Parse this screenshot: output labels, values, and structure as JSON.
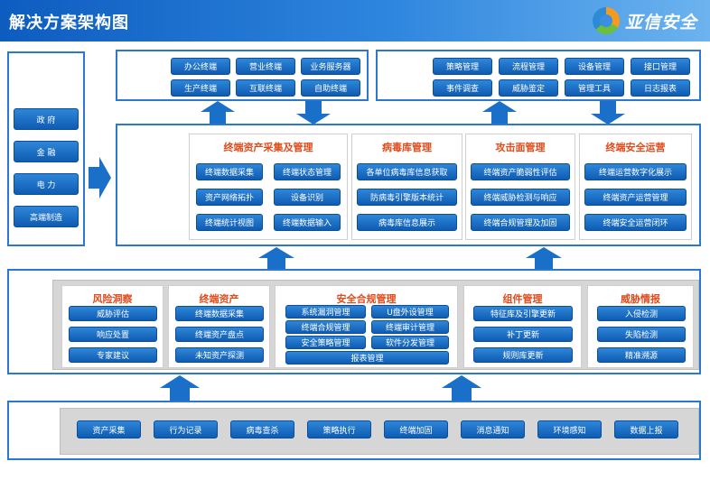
{
  "header": {
    "title": "解决方案架构图",
    "brand": "亚信安全"
  },
  "left_sectors": [
    "政 府",
    "金 融",
    "电 力",
    "高端制造"
  ],
  "top_left_items": [
    "办公终端",
    "营业终端",
    "业务服务器",
    "生产终端",
    "互联终端",
    "自助终端"
  ],
  "top_right_items": [
    "策略管理",
    "流程管理",
    "设备管理",
    "接口管理",
    "事件调查",
    "威胁鉴定",
    "管理工具",
    "日志报表"
  ],
  "middle": {
    "asset": {
      "title": "终端资产采集及管理",
      "items": [
        "终端数据采集",
        "终端状态管理",
        "资产网络拓扑",
        "设备识别",
        "终端统计视图",
        "终端数据输入"
      ]
    },
    "virus": {
      "title": "病毒库管理",
      "items": [
        "各单位病毒库信息获取",
        "防病毒引擎版本统计",
        "病毒库信息展示"
      ]
    },
    "attack": {
      "title": "攻击面管理",
      "items": [
        "终端资产脆弱性评估",
        "终端威胁检测与响应",
        "终端合规管理及加固"
      ]
    },
    "ops": {
      "title": "终端安全运营",
      "items": [
        "终端运营数字化展示",
        "终端资产运营管理",
        "终端安全运营闭环"
      ]
    }
  },
  "lower": {
    "risk": {
      "title": "风险洞察",
      "items": [
        "威胁评估",
        "响应处置",
        "专家建议"
      ]
    },
    "assets": {
      "title": "终端资产",
      "items": [
        "终端数据采集",
        "终端资产盘点",
        "未知资产探测"
      ]
    },
    "compliance": {
      "title": "安全合规管理",
      "items": [
        "系统漏洞管理",
        "U盘外设管理",
        "终端合规管理",
        "终端审计管理",
        "安全策略管理",
        "软件分发管理",
        "报表管理"
      ]
    },
    "component": {
      "title": "组件管理",
      "items": [
        "特征库及引擎更新",
        "补丁更新",
        "规则库更新"
      ]
    },
    "intel": {
      "title": "威胁情报",
      "items": [
        "入侵检测",
        "失陷检测",
        "精准溯源"
      ]
    }
  },
  "bottom_items": [
    "资产采集",
    "行为记录",
    "病毒查杀",
    "策略执行",
    "终端加固",
    "消息通知",
    "环境感知",
    "数据上报"
  ],
  "colors": {
    "accent": "#2a78cf",
    "button": "#1669c2",
    "section_title": "#e14b1b"
  }
}
